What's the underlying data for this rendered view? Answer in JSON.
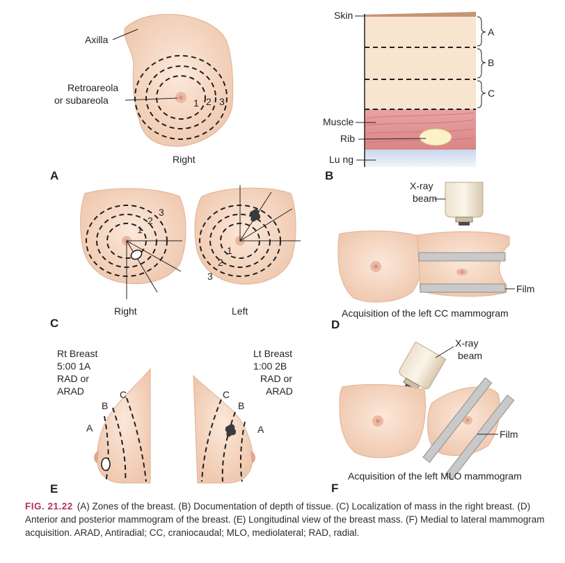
{
  "panels": {
    "A": {
      "letter": "A",
      "axilla": "Axilla",
      "retro1": "Retroareola",
      "retro2": "or subareola",
      "zones": [
        "1",
        "2",
        "3"
      ],
      "side": "Right"
    },
    "B": {
      "letter": "B",
      "skin": "Skin",
      "muscle": "Muscle",
      "rib": "Rib",
      "lung": "Lu ng",
      "depth": [
        "A",
        "B",
        "C"
      ]
    },
    "C": {
      "letter": "C",
      "right_zones": [
        "1",
        "2",
        "3"
      ],
      "left_zones": [
        "1",
        "2",
        "3"
      ],
      "right": "Right",
      "left": "Left"
    },
    "D": {
      "letter": "D",
      "xray1": "X-ray",
      "xray2": "beam",
      "film": "Film",
      "caption": "Acquisition of the left CC mammogram"
    },
    "E": {
      "letter": "E",
      "rt": [
        "Rt Breast",
        "5:00 1A",
        "RAD or",
        "ARAD"
      ],
      "lt": [
        "Lt Breast",
        "1:00 2B",
        "RAD or",
        "ARAD"
      ],
      "zones": [
        "A",
        "B",
        "C"
      ]
    },
    "F": {
      "letter": "F",
      "xray1": "X-ray",
      "xray2": "beam",
      "film": "Film",
      "caption": "Acquisition of the left MLO mammogram"
    }
  },
  "caption": {
    "fig": "FIG. 21.22",
    "text": "(A) Zones of the breast. (B) Documentation of depth of tissue. (C) Localization of mass in the right breast. (D) Anterior and posterior mammogram of the breast. (E) Longitudinal view of the breast mass. (F) Medial to lateral mammogram acquisition. ARAD, Antiradial; CC, craniocaudal; MLO, mediolateral; RAD, radial."
  }
}
